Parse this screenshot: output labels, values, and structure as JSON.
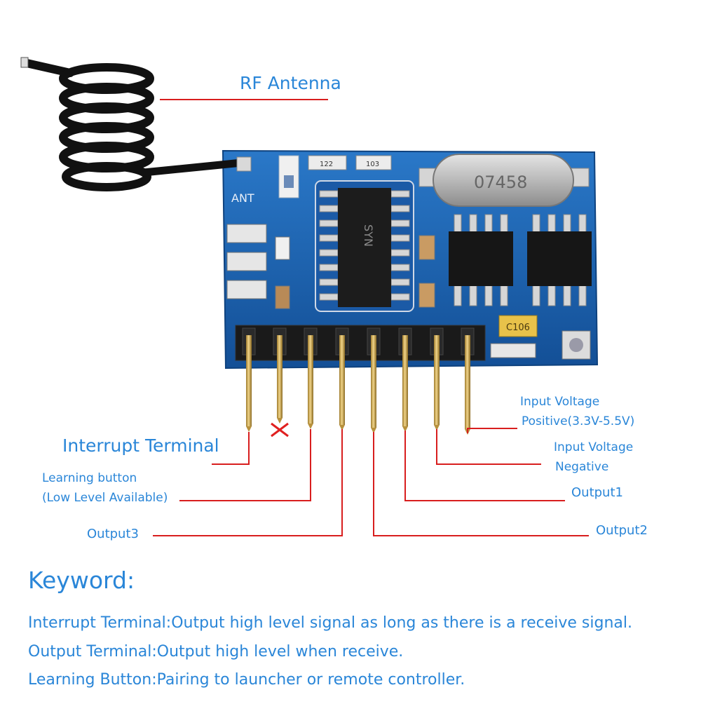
{
  "labels": {
    "rf_antenna": "RF Antenna",
    "interrupt_terminal": "Interrupt Terminal",
    "learning_button_line1": "Learning button",
    "learning_button_line2": "(Low Level Available)",
    "output3": "Output3",
    "output2": "Output2",
    "output1": "Output1",
    "input_negative_line1": "Input Voltage",
    "input_negative_line2": "Negative",
    "input_positive_line1": "Input Voltage",
    "input_positive_line2": "Positive(3.3V-5.5V)"
  },
  "board": {
    "ant_silkscreen": "ANT",
    "crystal_marking": "07458",
    "chip_marking": "SYN",
    "capacitor_marking": "C106",
    "resistor_marking_1": "122",
    "resistor_marking_2": "103"
  },
  "keyword": {
    "title": "Keyword:",
    "lines": [
      "Interrupt Terminal:Output high level signal as long as there is a receive signal.",
      "Output  Terminal:Output high level when receive.",
      "Learning Button:Pairing to launcher or remote controller."
    ]
  },
  "colors": {
    "label_text": "#2a86d8",
    "leader_line": "#d81e1e",
    "pcb": "#1a63b4",
    "pin_gold": "#c9a24a"
  }
}
